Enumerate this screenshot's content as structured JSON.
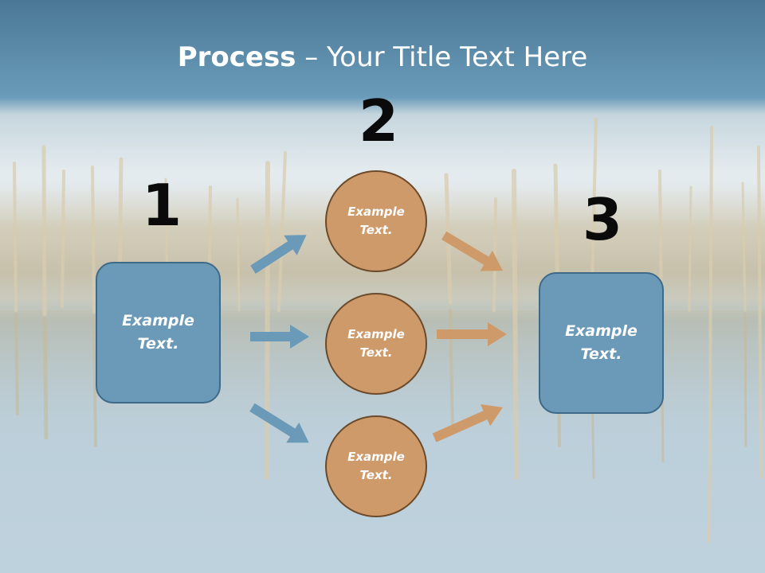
{
  "slide": {
    "title_bold": "Process",
    "title_rest": " – Your Title Text Here"
  },
  "steps": {
    "step1": {
      "number": "1",
      "box_text": "Example Text."
    },
    "step2": {
      "number": "2",
      "circles": [
        "Example Text.",
        "Example Text.",
        "Example Text."
      ]
    },
    "step3": {
      "number": "3",
      "box_text": "Example Text."
    }
  },
  "colors": {
    "box_fill": "#6a9ab8",
    "circle_fill": "#cf9a6a",
    "blue_arrow": "#6a9ab8",
    "orange_arrow": "#cf9a6a"
  }
}
